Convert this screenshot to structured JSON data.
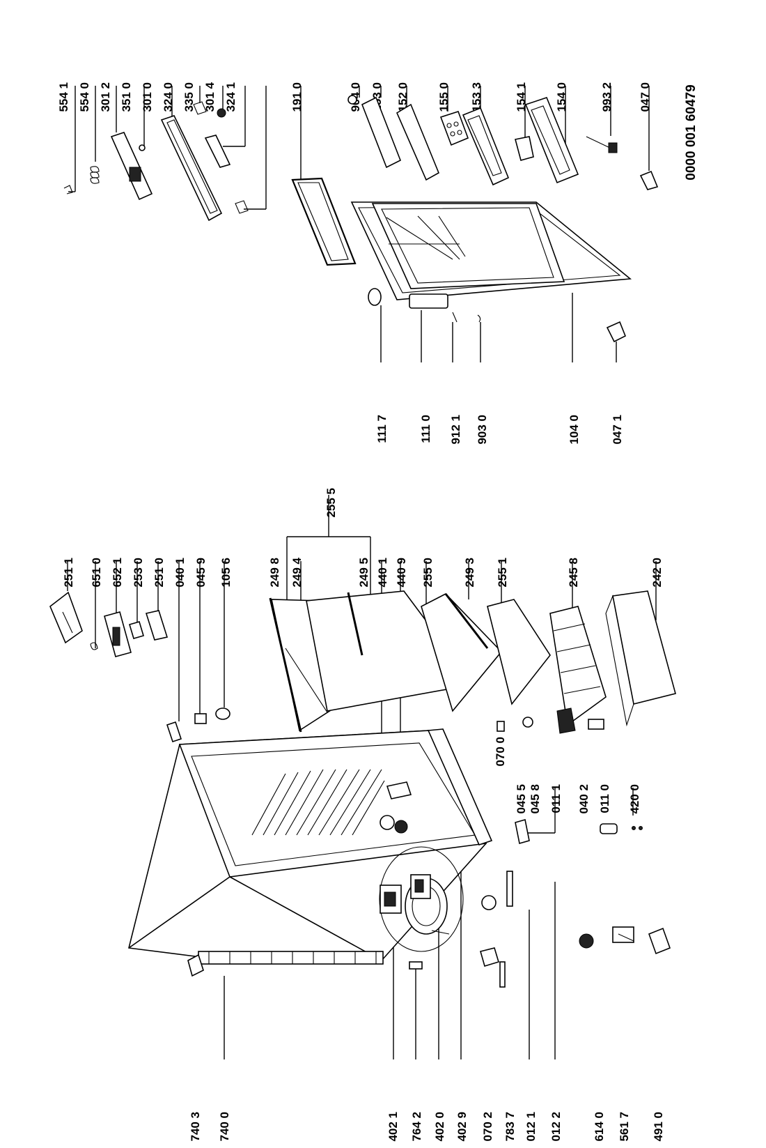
{
  "document": {
    "reference_number": "0000 001 60479",
    "part_numbers": {
      "p5541": "554 1",
      "p5540": "554 0",
      "p3012": "301 2",
      "p3510": "351 0",
      "p3010": "301 0",
      "p3240": "324 0",
      "p3350": "335 0",
      "p3014": "301 4",
      "p3241": "324 1",
      "p1910": "191 0",
      "p9040": "904 0",
      "p1530": "153 0",
      "p1520": "152 0",
      "p1550": "155 0",
      "p1533": "153 3",
      "p1541": "154 1",
      "p1540": "154 0",
      "p9932": "993 2",
      "p0470": "047 0",
      "p1117": "111 7",
      "p1110": "111 0",
      "p9121": "912 1",
      "p9030": "903 0",
      "p1040": "104 0",
      "p0471": "047 1",
      "p2555": "255 5",
      "p2511": "251 1",
      "p6510": "651 0",
      "p6521": "652 1",
      "p2530": "253 0",
      "p2510": "251 0",
      "p0401": "040 1",
      "p0459": "045 9",
      "p1056": "105 6",
      "p2498": "249 8",
      "p2494": "249 4",
      "p2495": "249 5",
      "p4401": "440 1",
      "p4409": "440 9",
      "p2550": "255 0",
      "p2493": "249 3",
      "p2551": "255 1",
      "p2458": "245 8",
      "p2420": "242 0",
      "p0700": "070 0",
      "p0455": "045 5",
      "p0458": "045 8",
      "p0111": "011 1",
      "p0402": "040 2",
      "p0110": "011 0",
      "p4200": "420 0",
      "p7403": "740 3",
      "p7400": "740 0",
      "p4021": "402 1",
      "p7642": "764 2",
      "p4020": "402 0",
      "p4029": "402 9",
      "p0702": "070 2",
      "p7837": "783 7",
      "p0121": "012 1",
      "p0122": "012 2",
      "p6140": "614 0",
      "p5617": "561 7",
      "p4910": "491 0"
    }
  }
}
